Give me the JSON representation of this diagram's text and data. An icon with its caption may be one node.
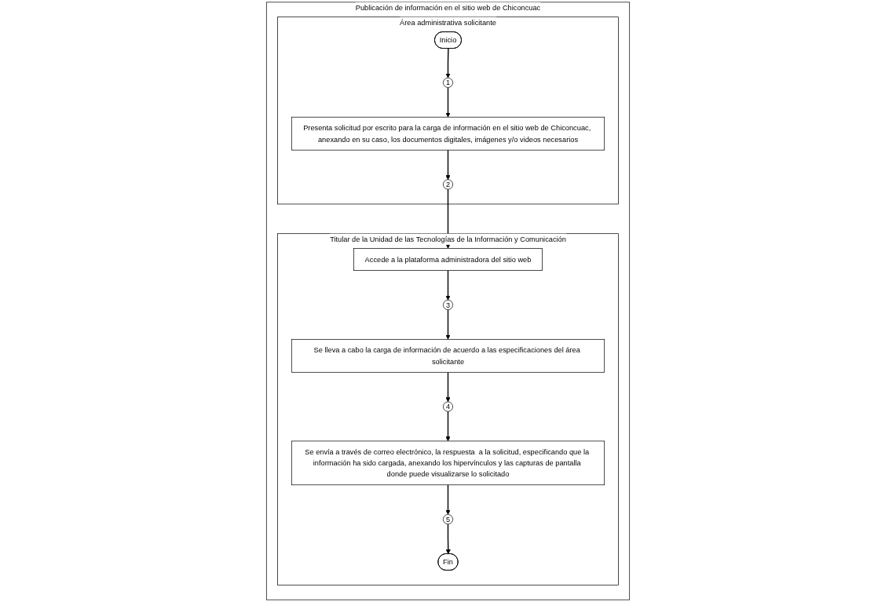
{
  "diagram": {
    "nodes": [
      {
        "text": [
          "Publicación de información en el sitio web de Chiconcuac"
        ]
      },
      {
        "text": [
          "Titular de la Unidad de las Tecnologías de la Información y Comunicación"
        ],
        "in": 0
      },
      {
        "text": [
          "Área administrativa solicitante"
        ],
        "in": 0
      },
      {
        "text": [
          "Accede a la plataforma administradora del sitio web"
        ],
        "in": 1
      },
      {
        "text": [
          "3"
        ],
        "in": 1
      },
      {
        "text": [
          "Se lleva a cabo la carga de información de acuerdo a las especificaciones del área solicitante"
        ],
        "in": 1
      },
      {
        "text": [
          "4"
        ],
        "in": 1
      },
      {
        "text": [
          "5"
        ],
        "in": 1
      },
      {
        "text": [
          "Se envía a través de correo electrónico, la respuesta  a la solicitud, especificando que la información ha sido cargada, anexando los hipervínculos y las capturas de pantalla donde puede visualizarse lo solicitado"
        ],
        "in": 1
      },
      {
        "text": [
          "Fin"
        ],
        "in": 1
      },
      {
        "text": [
          "Inicio"
        ],
        "in": 2
      },
      {
        "text": [
          "1"
        ],
        "in": 2
      },
      {
        "text": [
          "Presenta solicitud por escrito para la carga de información en el sitio web de Chiconcuac, anexando en su caso, los documentos digitales, imágenes y/o videos necesarios"
        ],
        "in": 2
      },
      {
        "text": [
          "2"
        ],
        "in": 2
      }
    ],
    "edges": [
      {
        "from": 10,
        "to": 11,
        "arrow": "to"
      },
      {
        "from": 11,
        "to": 12,
        "arrow": "to"
      },
      {
        "from": 12,
        "to": 13,
        "arrow": "to"
      },
      {
        "from": 13,
        "to": 3,
        "arrow": "to"
      },
      {
        "from": 3,
        "to": 4,
        "arrow": "to"
      },
      {
        "from": 4,
        "to": 5,
        "arrow": "to"
      },
      {
        "from": 5,
        "to": 6,
        "arrow": "to"
      },
      {
        "from": 6,
        "to": 8,
        "arrow": "to"
      },
      {
        "from": 8,
        "to": 7,
        "arrow": "to"
      },
      {
        "from": 7,
        "to": 9,
        "arrow": "to"
      }
    ]
  }
}
